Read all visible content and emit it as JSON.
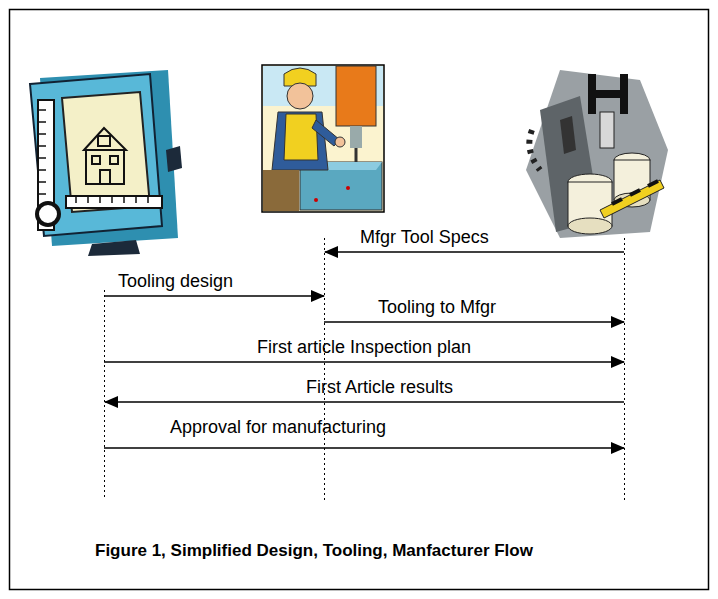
{
  "diagram": {
    "caption": "Figure 1, Simplified Design, Tooling, Manfacturer Flow",
    "labels": [
      "Mfgr Tool Specs",
      "Tooling design",
      "Tooling to Mfgr",
      "First article Inspection plan",
      "First Article results",
      "Approval for manufacturing"
    ]
  }
}
